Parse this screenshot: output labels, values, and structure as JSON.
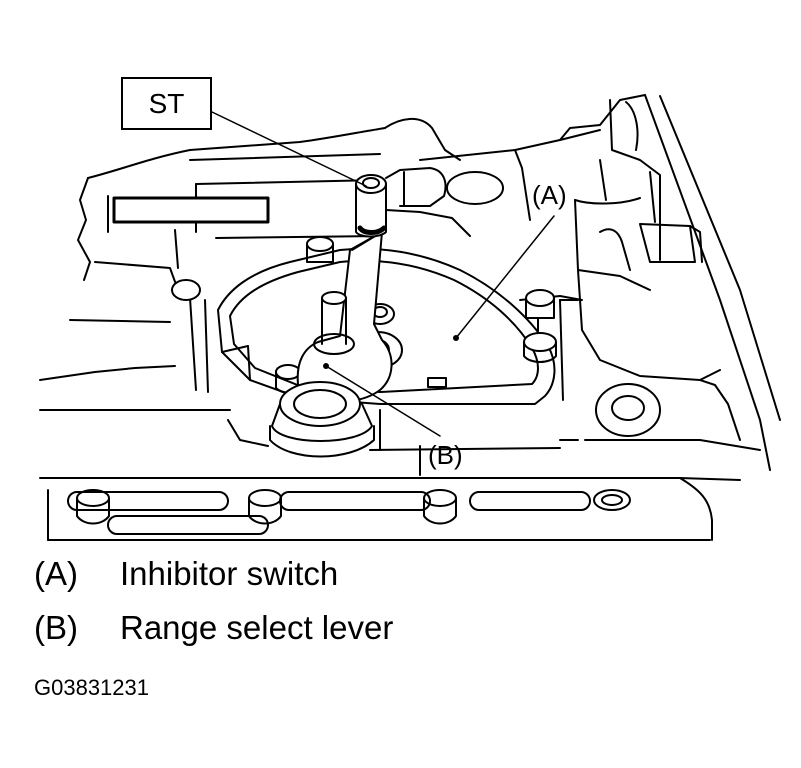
{
  "diagram": {
    "tool_label": "ST",
    "callouts": {
      "a": "(A)",
      "b": "(B)"
    },
    "legend": [
      {
        "key": "(A)",
        "text": "Inhibitor switch"
      },
      {
        "key": "(B)",
        "text": "Range select lever"
      }
    ],
    "figure_code": "G03831231"
  },
  "colors": {
    "line": "#000000",
    "background": "#ffffff"
  }
}
